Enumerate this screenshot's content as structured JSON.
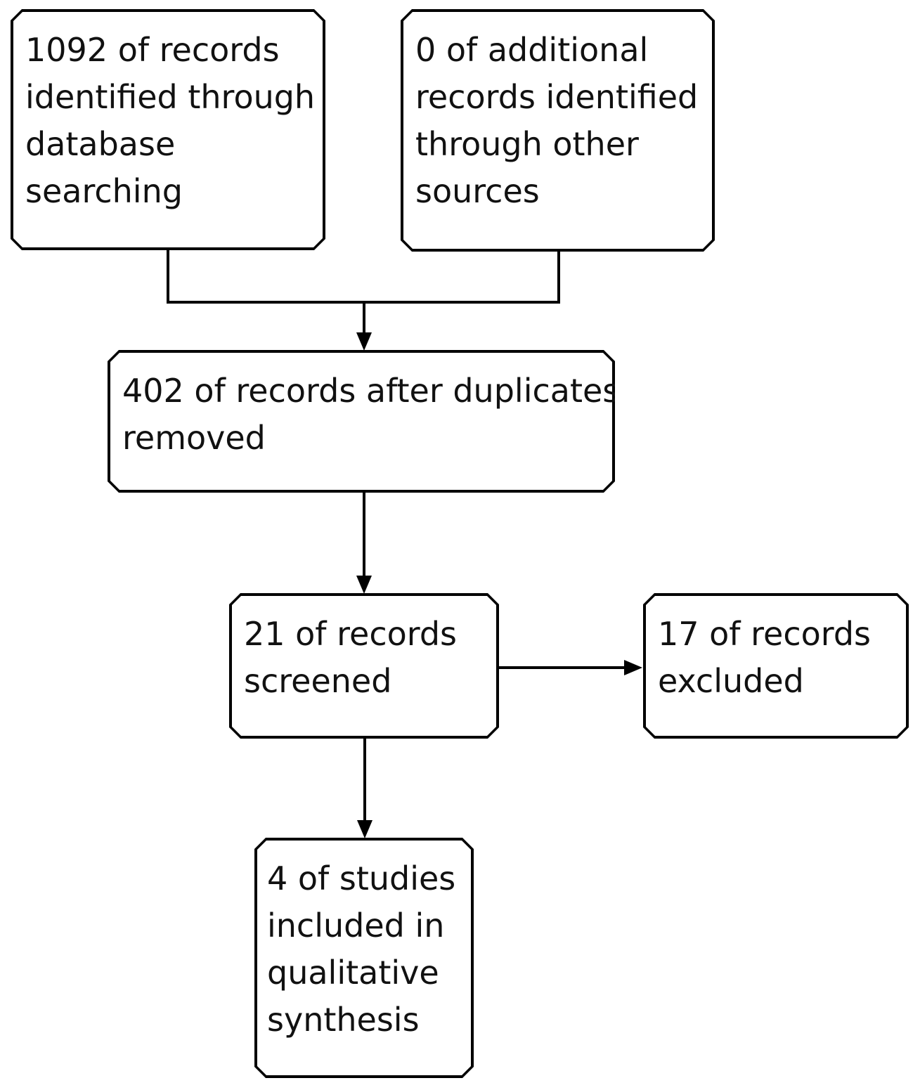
{
  "colors": {
    "background": "#ffffff",
    "stroke": "#000000",
    "text": "#111111"
  },
  "boxes": {
    "identified": {
      "label": "1092 of records identified through database searching",
      "lines": [
        "1092 of records",
        "identified through",
        "database",
        "searching"
      ]
    },
    "additional": {
      "label": "0 of additional records identified through other sources",
      "lines": [
        "0 of additional",
        "records identified",
        "through other",
        "sources"
      ]
    },
    "deduplicated": {
      "label": "402 of records after duplicates removed",
      "lines": [
        "402 of records after duplicates",
        "removed"
      ]
    },
    "screened": {
      "label": "21 of records screened",
      "lines": [
        "21 of records",
        "screened"
      ]
    },
    "excluded": {
      "label": "17 of records excluded",
      "lines": [
        "17 of records",
        "excluded"
      ]
    },
    "included": {
      "label": "4 of studies included in qualitative synthesis",
      "lines": [
        "4 of studies",
        "included in",
        "qualitative",
        "synthesis"
      ]
    }
  },
  "edges": [
    {
      "from": "identified",
      "to": "deduplicated"
    },
    {
      "from": "additional",
      "to": "deduplicated"
    },
    {
      "from": "deduplicated",
      "to": "screened"
    },
    {
      "from": "screened",
      "to": "excluded"
    },
    {
      "from": "screened",
      "to": "included"
    }
  ]
}
